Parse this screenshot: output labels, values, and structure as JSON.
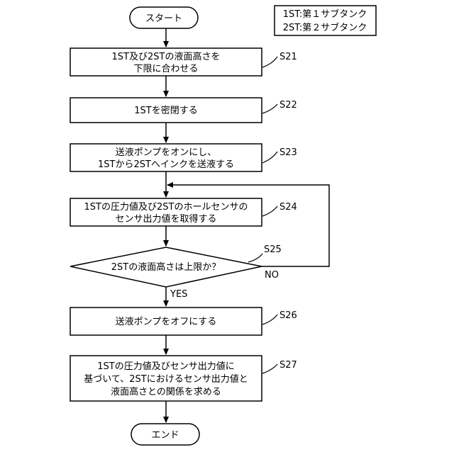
{
  "legend": {
    "line1": "1ST:第１サブタンク",
    "line2": "2ST:第２サブタンク"
  },
  "start": {
    "label": "スタート"
  },
  "end": {
    "label": "エンド"
  },
  "steps": {
    "s21": {
      "id": "S21",
      "line1": "1ST及び2STの液面高さを",
      "line2": "下限に合わせる"
    },
    "s22": {
      "id": "S22",
      "line1": "1STを密閉する"
    },
    "s23": {
      "id": "S23",
      "line1": "送液ポンプをオンにし、",
      "line2": "1STから2STへインクを送液する"
    },
    "s24": {
      "id": "S24",
      "line1": "1STの圧力値及び2STのホールセンサの",
      "line2": "センサ出力値を取得する"
    },
    "s25": {
      "id": "S25",
      "question": "2STの液面高さは上限か？",
      "yes": "YES",
      "no": "NO"
    },
    "s26": {
      "id": "S26",
      "line1": "送液ポンプをオフにする"
    },
    "s27": {
      "id": "S27",
      "line1": "1STの圧力値及びセンサ出力値に",
      "line2": "基づいて、2STにおけるセンサ出力値と",
      "line3": "液面高さとの関係を求める"
    }
  }
}
